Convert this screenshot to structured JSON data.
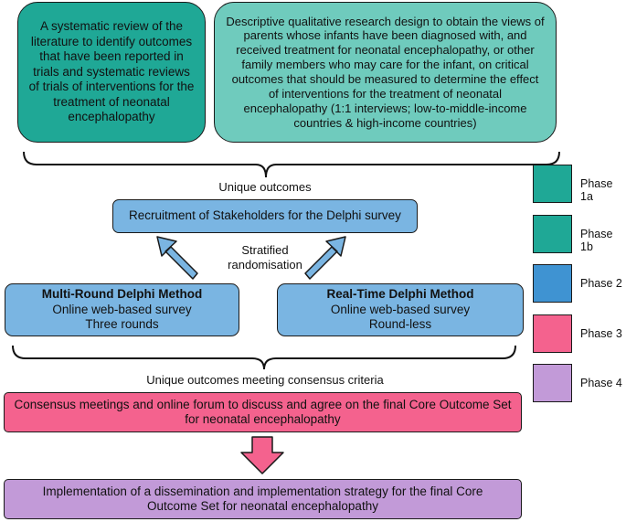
{
  "phase1a_box": "A systematic review of the literature to identify outcomes that have been reported in trials and systematic reviews of trials of interventions for the treatment of neonatal encephalopathy",
  "phase1b_box": "Descriptive qualitative research design to obtain the views of parents whose infants have been diagnosed with, and received treatment for neonatal encephalopathy, or other family members who may care for the infant, on critical outcomes that should be measured to determine the effect of interventions for the treatment of neonatal encephalopathy (1:1 interviews; low-to-middle-income countries & high-income countries)",
  "unique_outcomes": "Unique outcomes",
  "recruitment_box": "Recruitment of Stakeholders for the Delphi survey",
  "stratified_line1": "Stratified",
  "stratified_line2": "randomisation",
  "multi_round": {
    "title": "Multi-Round Delphi Method",
    "line1": "Online web-based survey",
    "line2": "Three rounds"
  },
  "real_time": {
    "title": "Real-Time Delphi Method",
    "line1": "Online web-based survey",
    "line2": "Round-less"
  },
  "consensus_criteria": "Unique outcomes meeting consensus criteria",
  "consensus_box": "Consensus meetings and online forum to discuss and agree on the final Core Outcome Set for neonatal encephalopathy",
  "implementation_box": "Implementation of a dissemination and implementation strategy for the final Core Outcome Set for neonatal encephalopathy",
  "legend": [
    {
      "label": "Phase 1a",
      "color": "#1fa896"
    },
    {
      "label": "Phase 1b",
      "color": "#1fa896"
    },
    {
      "label": "Phase 2",
      "color": "#3f93d2"
    },
    {
      "label": "Phase 3",
      "color": "#f4628e"
    },
    {
      "label": "Phase 4",
      "color": "#c29ad8"
    }
  ]
}
